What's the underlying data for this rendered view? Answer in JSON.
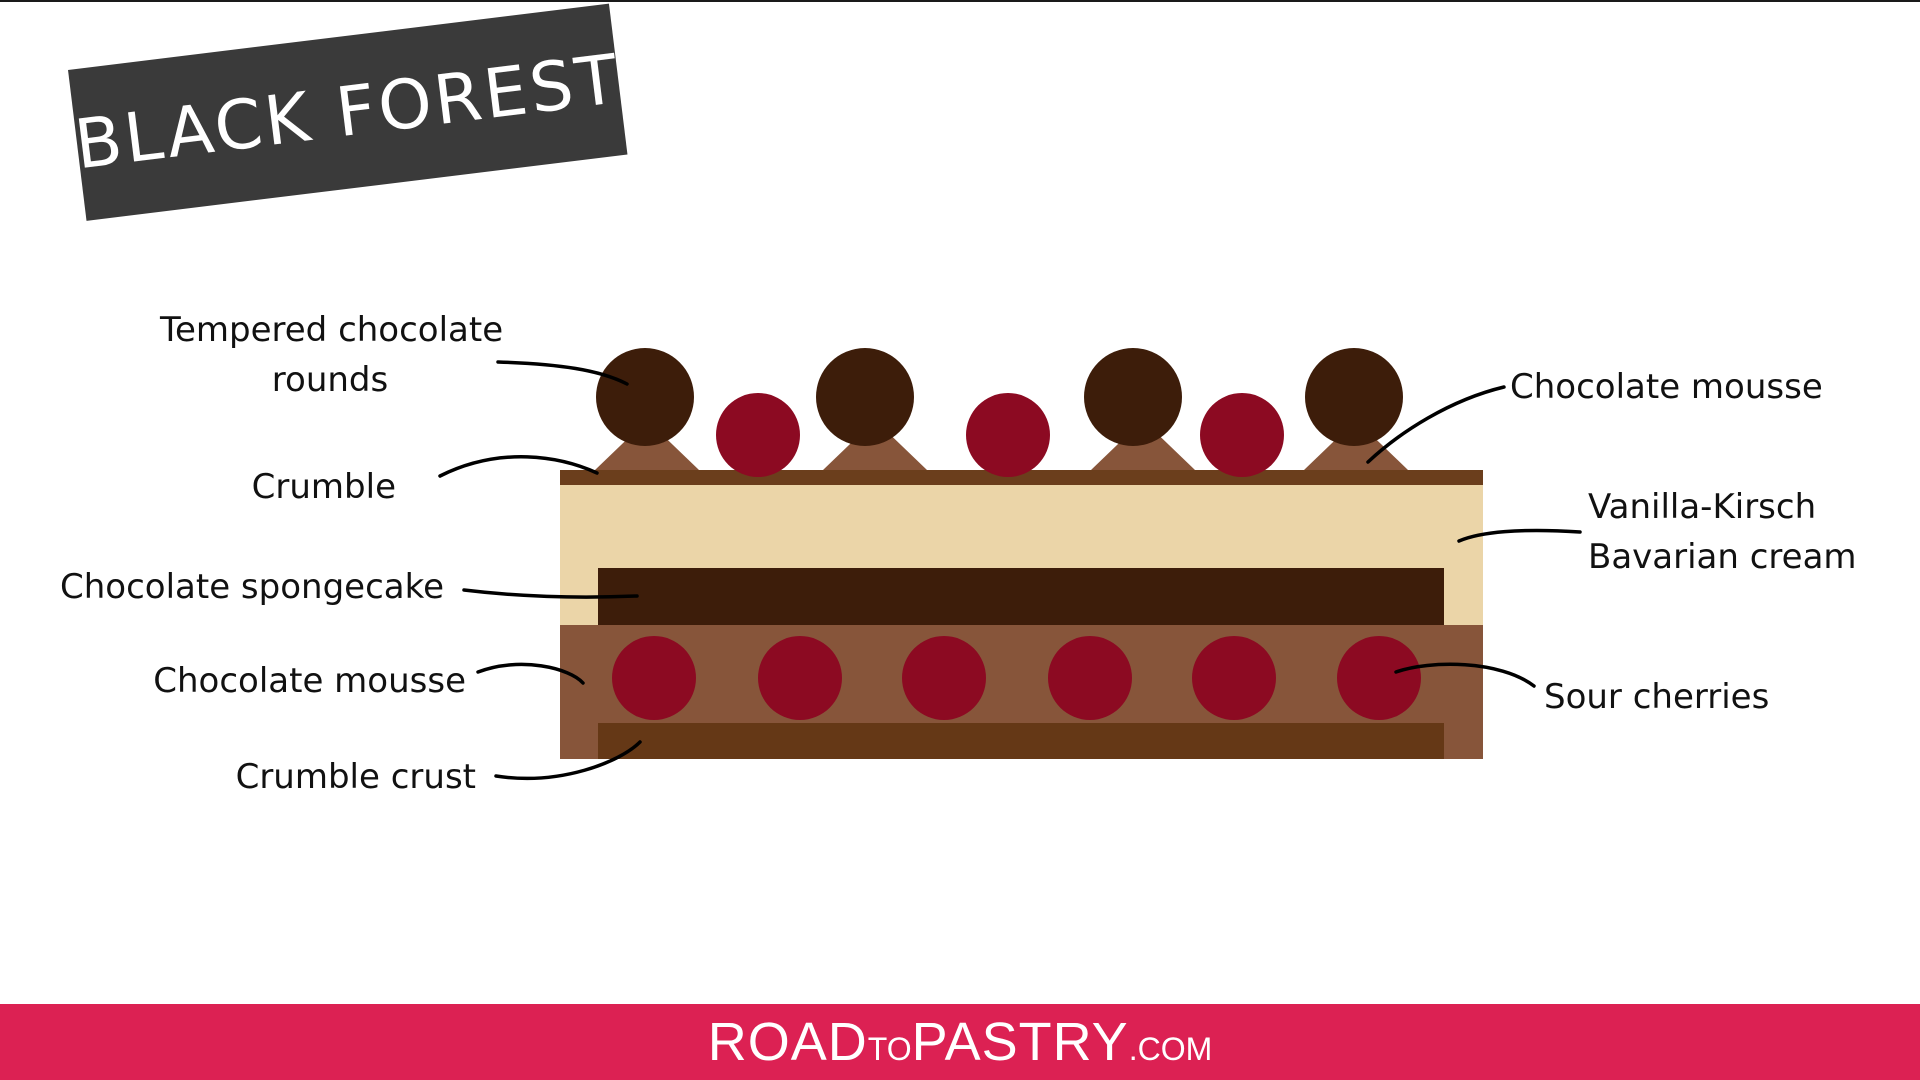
{
  "title": "BLACK FOREST",
  "colors": {
    "chocolate_round": "#3d1d0a",
    "cherry": "#8c0a22",
    "mousse": "#87553a",
    "crumble": "#6b3e1c",
    "bavarian_cream": "#ebd5a8",
    "spongecake": "#3d1d0a",
    "crumble_crust": "#653816",
    "footer": "#dc2153"
  },
  "labels": {
    "tempered_line1": "Tempered chocolate",
    "tempered_line2": "rounds",
    "crumble": "Crumble",
    "spongecake": "Chocolate spongecake",
    "mousse_left": "Chocolate mousse",
    "crumble_crust": "Crumble crust",
    "mousse_right": "Chocolate mousse",
    "bavarian_line1": "Vanilla-Kirsch",
    "bavarian_line2": "Bavarian cream",
    "sour_cherries": "Sour cherries"
  },
  "footer": {
    "brand_road": "ROAD",
    "brand_to": "TO",
    "brand_pastry": "PASTRY",
    "brand_com": ".COM"
  }
}
